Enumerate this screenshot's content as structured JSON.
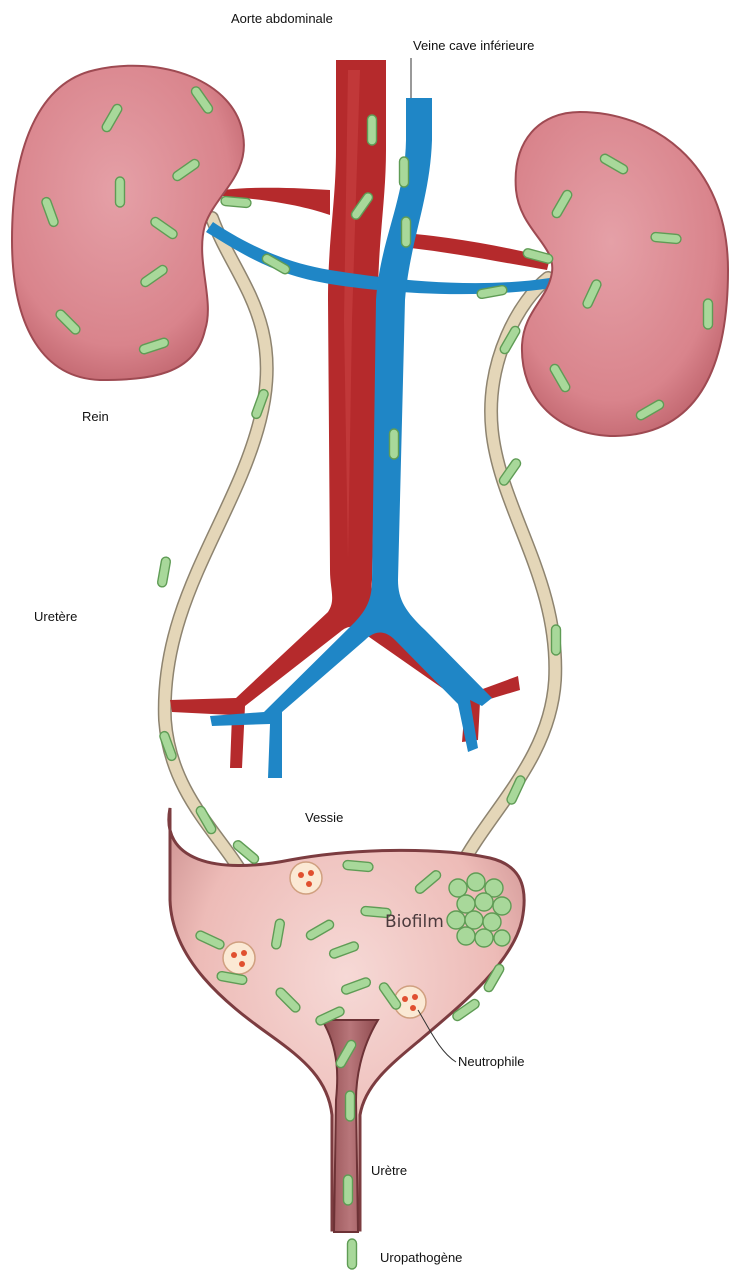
{
  "labels": {
    "aorta": "Aorte abdominale",
    "vena_cava": "Veine cave inférieure",
    "kidney": "Rein",
    "ureter": "Uretère",
    "bladder": "Vessie",
    "biofilm": "Biofilm",
    "neutrophil": "Neutrophile",
    "urethra": "Urètre",
    "uropathogen": "Uropathogène"
  },
  "colors": {
    "kidney": "#d9848c",
    "kidney_edge": "#9e4a52",
    "aorta": "#b52a2c",
    "vena_cava": "#1f86c6",
    "ureter": "#e4d6b8",
    "bladder": "#f2cac6",
    "bladder_edge": "#7c3c40",
    "bacterium": "#a8d89a",
    "bacterium_edge": "#5f9c55",
    "neutrophil_dots": "#e05030"
  }
}
